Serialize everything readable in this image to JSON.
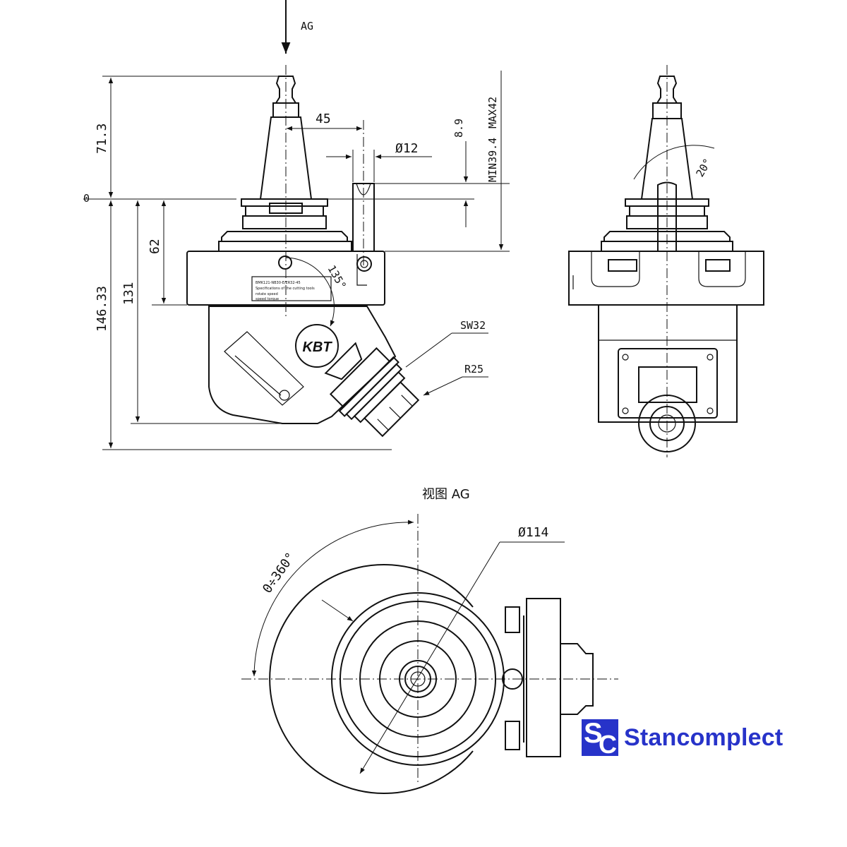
{
  "labels": {
    "view_arrow": "AG",
    "view_title": "视图 AG",
    "brand_name": "KBT"
  },
  "dimensions": {
    "d71_3": "71.3",
    "d0": "0",
    "d146_33": "146.33",
    "d131": "131",
    "d62": "62",
    "d45": "45",
    "d12": "Ø12",
    "d8_9": "8.9",
    "dmin": "MIN39.4",
    "dmax": "MAX42",
    "a135": "135°",
    "sw32": "SW32",
    "r25": "R25",
    "a20": "20°",
    "d114": "Ø114",
    "rot": "0÷360°"
  },
  "logo": {
    "mark_s": "S",
    "mark_c": "C",
    "text": "Stancomplect",
    "color": "#2733c9"
  }
}
